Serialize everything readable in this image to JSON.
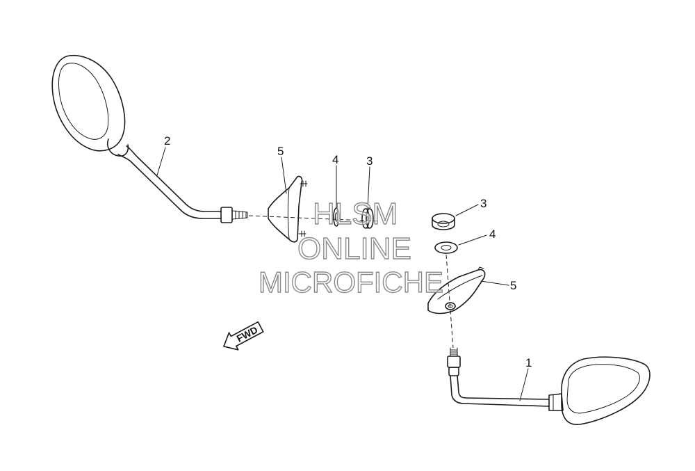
{
  "callouts": {
    "p1": "1",
    "p2": "2",
    "p3_left": "3",
    "p4_left": "4",
    "p5_left": "5",
    "p3_right": "3",
    "p4_right": "4",
    "p5_right": "5"
  },
  "direction_arrow": {
    "label": "FWD",
    "icon": "arrow-left-icon"
  },
  "watermark": {
    "line1": "HLSM",
    "line2": "ONLINE",
    "line3": "MICROFICHE"
  },
  "colors": {
    "line": "#1a1a1a",
    "watermark_outline": "#8a8a8a",
    "background": "#ffffff"
  }
}
